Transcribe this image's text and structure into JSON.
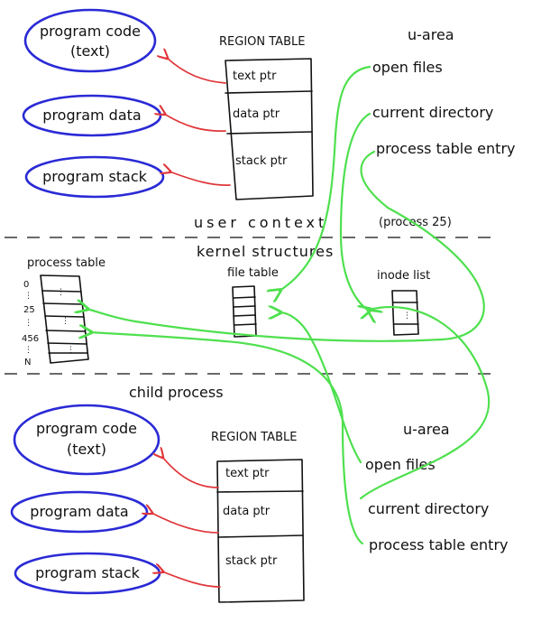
{
  "colors": {
    "oval_stroke": "#2a2ad6",
    "pointer_arrow": "#e0363a",
    "link_arrow": "#4ee04e",
    "ink": "#111111"
  },
  "parent": {
    "ovals": {
      "text_line1": "program code",
      "text_line2": "(text)",
      "data": "program data",
      "stack": "program stack"
    },
    "region_table": {
      "title": "REGION TABLE",
      "rows": [
        "text ptr",
        "data ptr",
        "stack ptr"
      ]
    },
    "u_area": {
      "title": "u-area",
      "items": [
        "open files",
        "current directory",
        "process table entry"
      ]
    }
  },
  "separators": {
    "user_context": "user context",
    "user_context_note": "(process 25)",
    "kernel": "kernel structures",
    "child": "child process"
  },
  "kernel": {
    "process_table": {
      "title": "process table",
      "indices": [
        "0",
        "25",
        "456",
        "N"
      ]
    },
    "file_table": {
      "title": "file table"
    },
    "inode_list": {
      "title": "inode list"
    }
  },
  "child": {
    "ovals": {
      "text_line1": "program code",
      "text_line2": "(text)",
      "data": "program data",
      "stack": "program stack"
    },
    "region_table": {
      "title": "REGION TABLE",
      "rows": [
        "text ptr",
        "data ptr",
        "stack ptr"
      ]
    },
    "u_area": {
      "title": "u-area",
      "items": [
        "open files",
        "current directory",
        "process table entry"
      ]
    }
  }
}
